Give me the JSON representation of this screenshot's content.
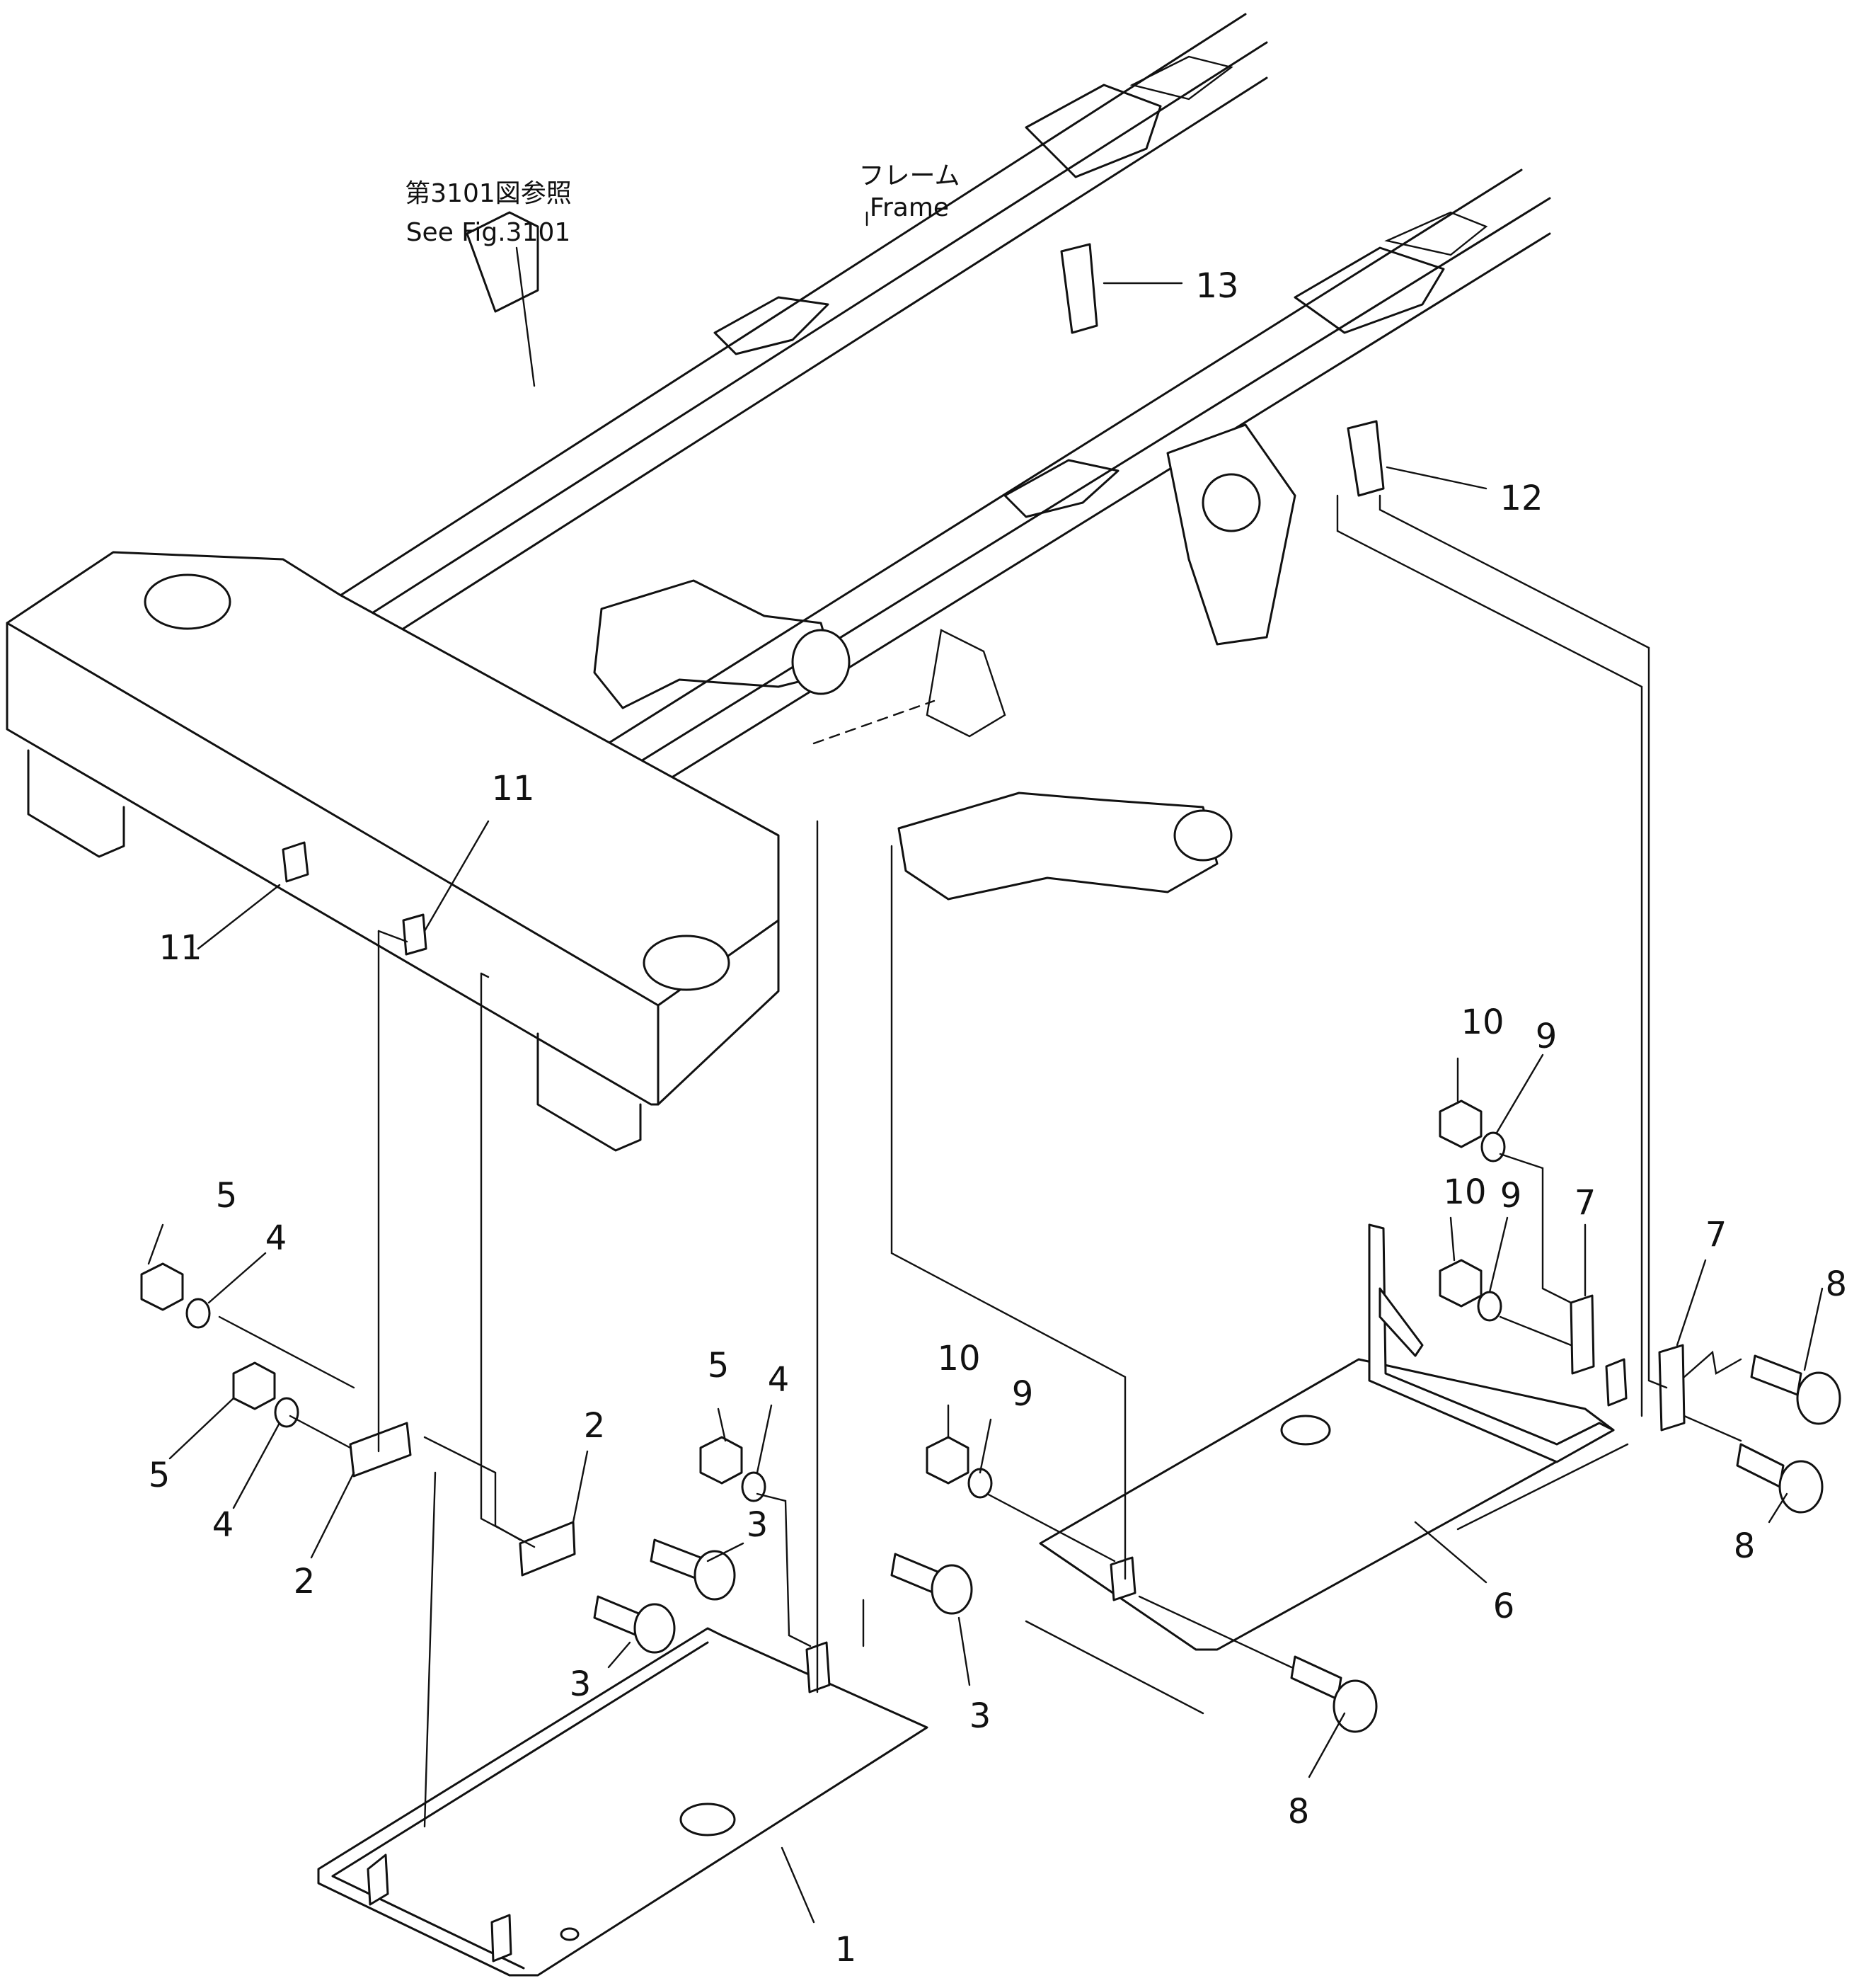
{
  "notes": {
    "see_fig_jp": "第3101図参照",
    "see_fig_en": "See Fig.3101",
    "frame_jp": "フレーム",
    "frame_en": "Frame"
  },
  "callouts": {
    "c1": "1",
    "c2a": "2",
    "c2b": "2",
    "c3a": "3",
    "c3b": "3",
    "c3c": "3",
    "c4a": "4",
    "c4b": "4",
    "c4c": "4",
    "c5a": "5",
    "c5b": "5",
    "c5c": "5",
    "c6": "6",
    "c7a": "7",
    "c7b": "7",
    "c8a": "8",
    "c8b": "8",
    "c8c": "8",
    "c9a": "9",
    "c9b": "9",
    "c9c": "9",
    "c10a": "10",
    "c10b": "10",
    "c10c": "10",
    "c11a": "11",
    "c11b": "11",
    "c12": "12",
    "c13": "13"
  }
}
